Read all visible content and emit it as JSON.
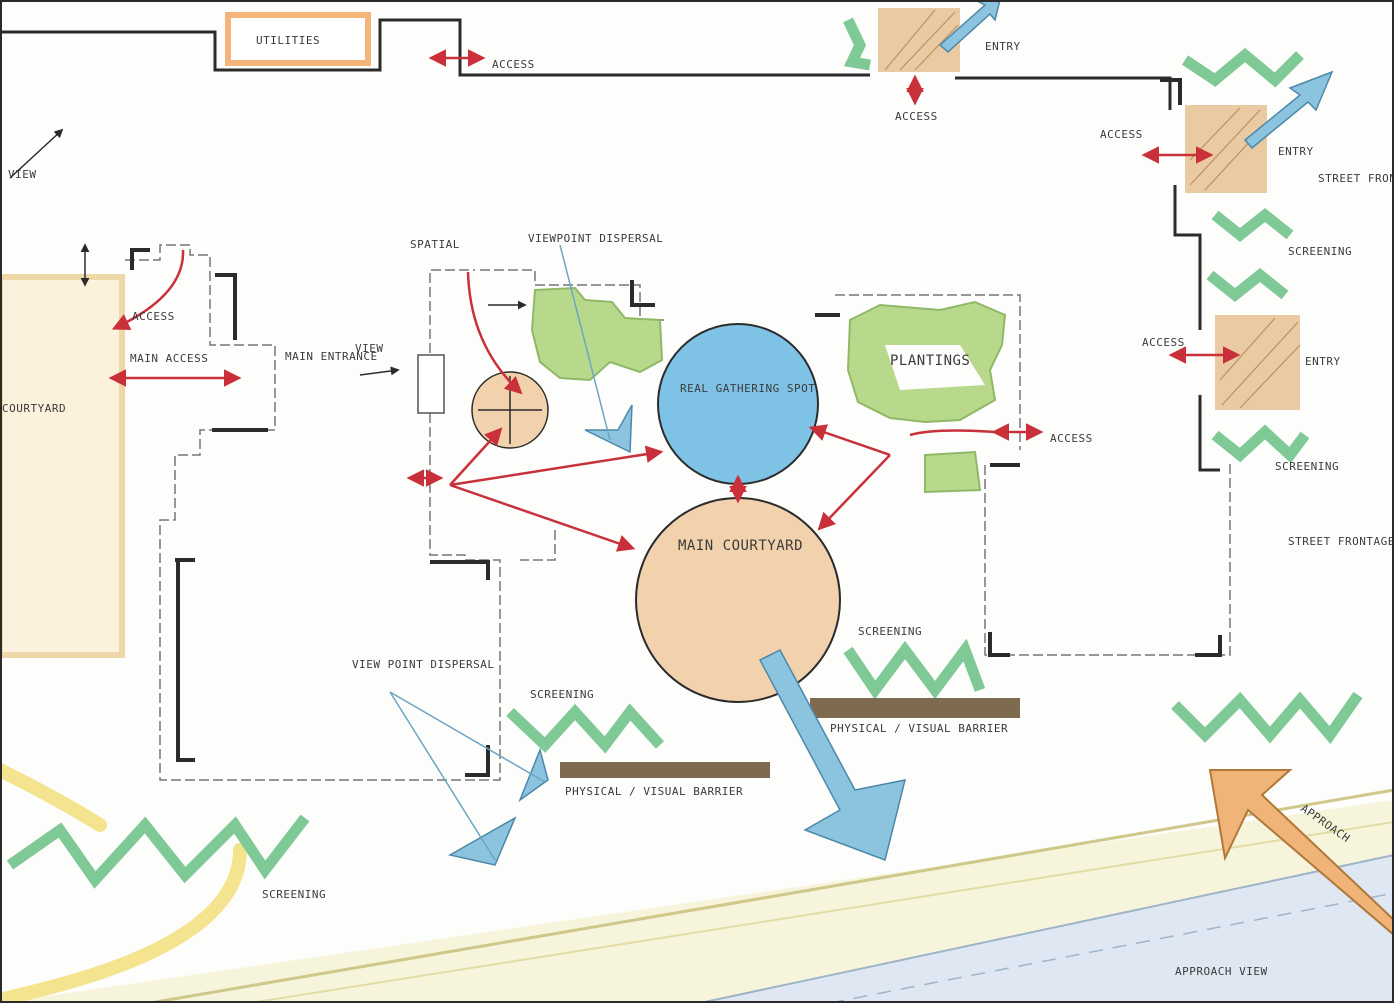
{
  "labels": {
    "utilities": "UTILITIES",
    "access_top": "ACCESS",
    "entry_top": "ENTRY",
    "access_mid_top": "ACCESS",
    "access_right_upper": "ACCESS",
    "entry_right_upper": "ENTRY",
    "street_frontage": "STREET FRONTAGE",
    "screening_right_1": "SCREENING",
    "access_right_lower": "ACCESS",
    "entry_right_lower": "ENTRY",
    "screening_right_2": "SCREENING",
    "access_east": "ACCESS",
    "street_frontage_2": "STREET FRONTAGE",
    "view": "VIEW",
    "access_left": "ACCESS",
    "main_access": "MAIN ACCESS",
    "main_entrance": "MAIN ENTRANCE",
    "view_entrance": "VIEW",
    "spatial": "SPATIAL",
    "viewpoint_dispersal": "VIEWPOINT DISPERSAL",
    "real_gathering_pot": "REAL GATHERING SPOT",
    "plantings": "PLANTINGS",
    "main_courtyard": "MAIN COURTYARD",
    "screening_center": "SCREENING",
    "physical_visual_barrier_1": "PHYSICAL / VISUAL BARRIER",
    "view_point_dispersal": "VIEW POINT DISPERSAL",
    "screening_left": "SCREENING",
    "physical_visual_barrier_2": "PHYSICAL / VISUAL BARRIER",
    "screening_bottom": "SCREENING",
    "approach": "APPROACH",
    "approach_view": "APPROACH VIEW",
    "courtyard_left": "COURTYARD"
  },
  "colors": {
    "ink": "#2b2b2b",
    "access_arrow": "#c9303a",
    "view_blue": "#8cc4e0",
    "gathering_blue": "#7ec3e6",
    "courtyard_tan": "#f2d2ad",
    "entry_tan": "#e6c193",
    "planting_green": "#b8d98c",
    "screening_green": "#a9dcb0",
    "barrier_brown": "#7d6a4f",
    "utility_orange": "#f4b47a",
    "approach_orange": "#f0b478",
    "road_blue": "#dfe8f2",
    "yellow_path": "#f4e48f"
  }
}
